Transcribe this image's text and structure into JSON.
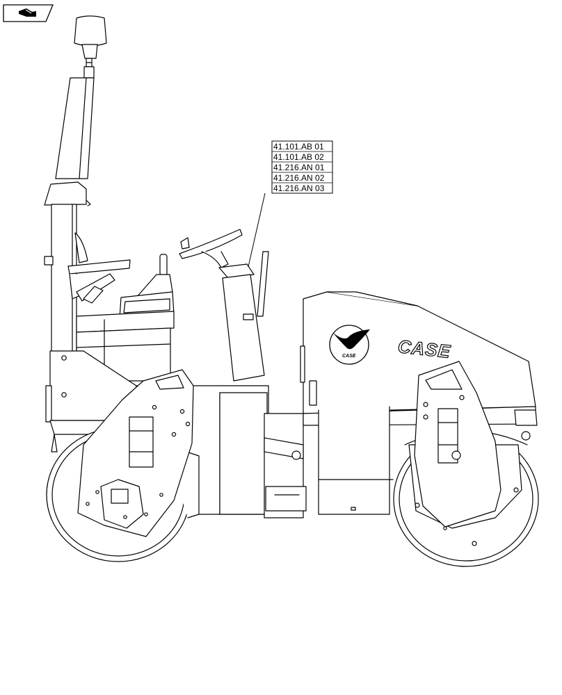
{
  "nav_icon": "next-page-icon",
  "reference_callouts": [
    "41.101.AB 01",
    "41.101.AB 02",
    "41.216.AN 01",
    "41.216.AN 02",
    "41.216.AN 03"
  ],
  "logo_brand": "CASE",
  "badge_text": "CASE"
}
